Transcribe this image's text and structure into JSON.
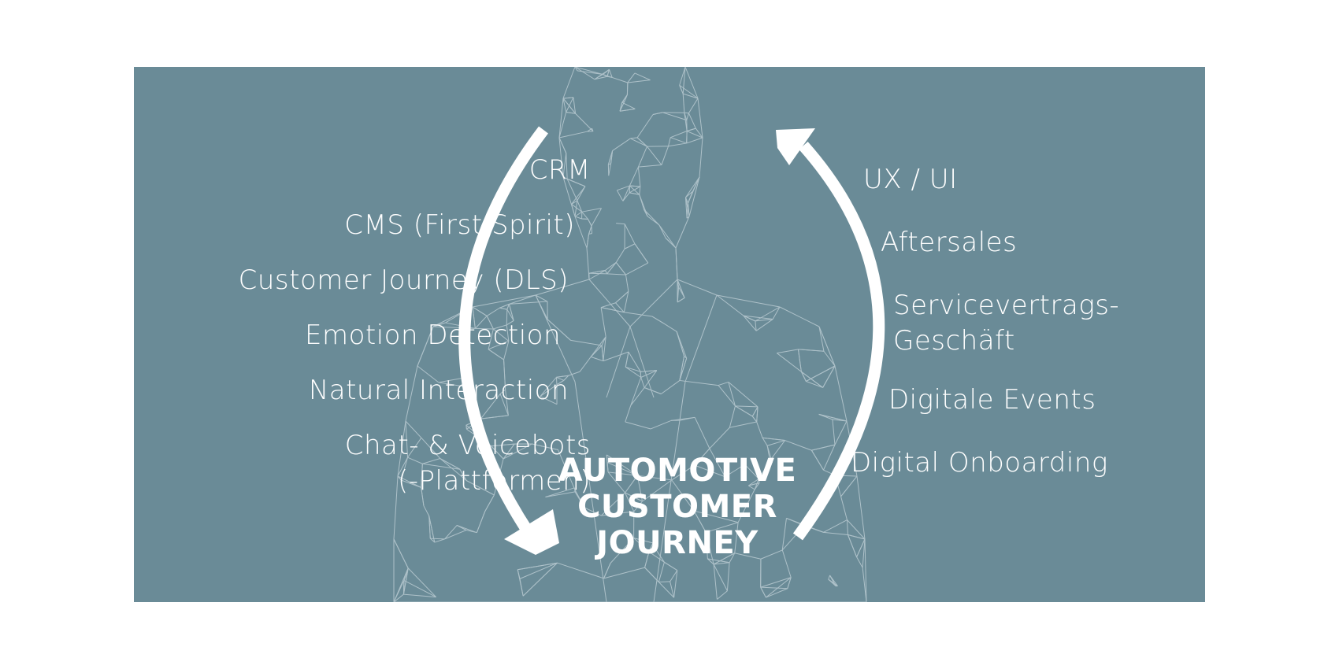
{
  "colors": {
    "panel_background": "#6a8b97",
    "wireframe": "#c5d4da",
    "text": "#ffffff",
    "arrow": "#ffffff"
  },
  "left_labels": [
    "CRM",
    "CMS (First Spirit)",
    "Customer Journey (DLS)",
    "Emotion Detection",
    "Natural Interaction",
    "Chat- & Voicebots",
    "(-Plattformen)"
  ],
  "right_labels": [
    "UX / UI",
    "Aftersales",
    "Servicevertrags-",
    "Geschäft",
    "Digitale Events",
    "Digital Onboarding"
  ],
  "center_title": [
    "AUTOMOTIVE",
    "CUSTOMER",
    "JOURNEY"
  ],
  "icons": {
    "left_arrow": "curved-arrow-down-icon",
    "right_arrow": "curved-arrow-up-icon",
    "figure": "wireframe-person-illustration"
  }
}
